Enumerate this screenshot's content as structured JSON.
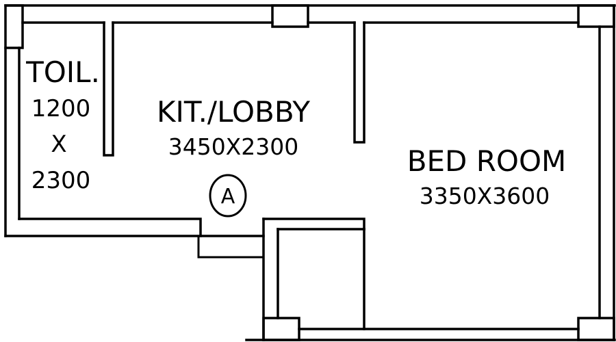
{
  "plan": {
    "rooms": [
      {
        "id": "toilet",
        "name": "TOIL.",
        "dim_w": "1200",
        "dim_sep": "X",
        "dim_h": "2300"
      },
      {
        "id": "kitchen-lobby",
        "name": "KIT./LOBBY",
        "dims": "3450X2300"
      },
      {
        "id": "bedroom",
        "name": "BED ROOM",
        "dims": "3350X3600"
      }
    ],
    "marker": {
      "label": "A"
    },
    "colors": {
      "line": "#000000",
      "background": "#ffffff"
    }
  }
}
